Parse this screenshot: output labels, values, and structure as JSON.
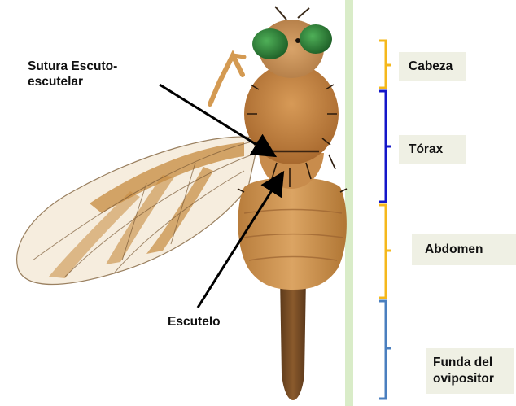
{
  "annotations": {
    "suture_line1": "Sutura Escuto-",
    "suture_line2": "escutelar",
    "scutellum": "Escutelo"
  },
  "body_parts": [
    {
      "label": "Cabeza",
      "color": "#f5b81c"
    },
    {
      "label": "Tórax",
      "color": "#1417c9"
    },
    {
      "label": "Abdomen",
      "color": "#f5b81c"
    },
    {
      "label_line1": "Funda del",
      "label_line2": "ovipositor",
      "color": "#4a7fbf"
    }
  ],
  "colors": {
    "divider": "#d9ecc8",
    "label_box": "#eff0e4",
    "arrow": "#000000",
    "eye": "#2f8a3c",
    "body": "#c98a45",
    "wing_band": "#c68a3e"
  }
}
